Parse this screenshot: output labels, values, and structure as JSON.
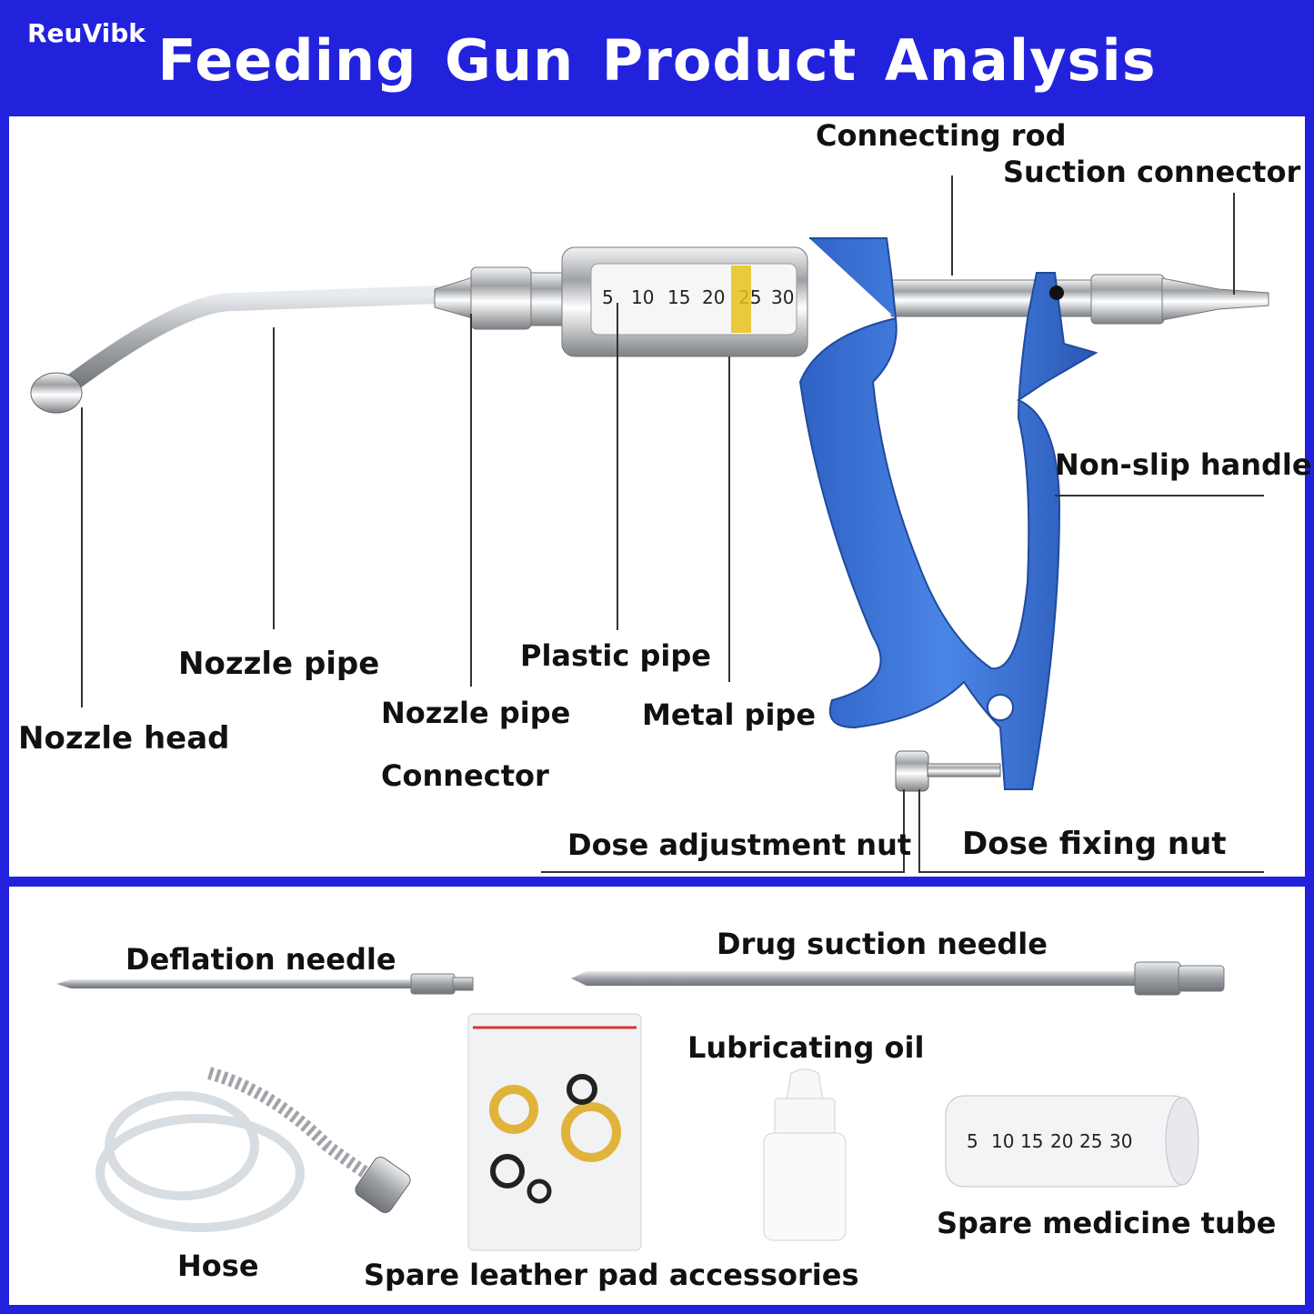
{
  "header": {
    "brand": "ReuVibk",
    "title": "Feeding Gun  Product Analysis"
  },
  "gun_labels": {
    "connecting_rod": "Connecting rod",
    "suction_connector": "Suction connector",
    "non_slip_handle": "Non-slip handle",
    "nozzle_pipe": "Nozzle pipe",
    "plastic_pipe": "Plastic pipe",
    "nozzle_pipe_connector_line1": "Nozzle pipe",
    "nozzle_pipe_connector_line2": "Connector",
    "metal_pipe": "Metal pipe",
    "nozzle_head": "Nozzle head",
    "dose_adjustment_nut": "Dose adjustment nut",
    "dose_fixing_nut": "Dose fixing nut"
  },
  "scale_marks": [
    "5",
    "10",
    "15",
    "20",
    "25",
    "30"
  ],
  "accessories": {
    "deflation_needle": "Deflation needle",
    "drug_suction_needle": "Drug suction needle",
    "lubricating_oil": "Lubricating oil",
    "spare_medicine_tube": "Spare medicine tube",
    "hose": "Hose",
    "spare_leather_pad": "Spare leather pad accessories"
  },
  "colors": {
    "frame": "#2222dd",
    "handle": "#3a74d6",
    "steel": "#bfc3c8"
  }
}
